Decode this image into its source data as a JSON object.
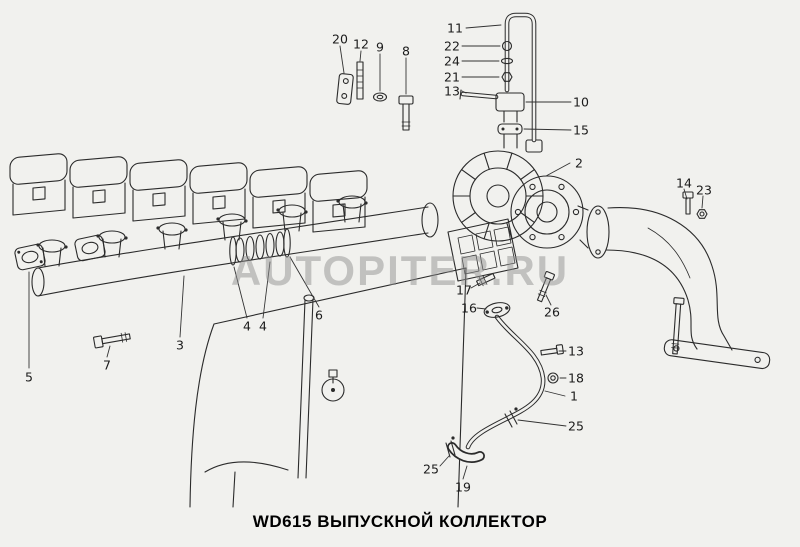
{
  "title": "WD615 ВЫПУСКНОЙ КОЛЛЕКТОР",
  "watermark": "AUTOPITER.RU",
  "colors": {
    "background": "#f1f1ee",
    "ink": "#2b2b2b",
    "watermark": "#8e8e8e",
    "title": "#000000"
  },
  "diagram": {
    "subject": "WD615 exhaust manifold exploded parts drawing"
  },
  "callouts": [
    {
      "part": "11"
    },
    {
      "part": "22"
    },
    {
      "part": "24"
    },
    {
      "part": "21"
    },
    {
      "part": "13"
    },
    {
      "part": "10"
    },
    {
      "part": "15"
    },
    {
      "part": "2"
    },
    {
      "part": "14"
    },
    {
      "part": "23"
    },
    {
      "part": "20"
    },
    {
      "part": "12"
    },
    {
      "part": "9"
    },
    {
      "part": "8"
    },
    {
      "part": "5"
    },
    {
      "part": "7"
    },
    {
      "part": "3"
    },
    {
      "part": "4"
    },
    {
      "part": "4"
    },
    {
      "part": "6"
    },
    {
      "part": "17"
    },
    {
      "part": "16"
    },
    {
      "part": "26"
    },
    {
      "part": "13"
    },
    {
      "part": "18"
    },
    {
      "part": "1"
    },
    {
      "part": "25"
    },
    {
      "part": "25"
    },
    {
      "part": "19"
    }
  ]
}
